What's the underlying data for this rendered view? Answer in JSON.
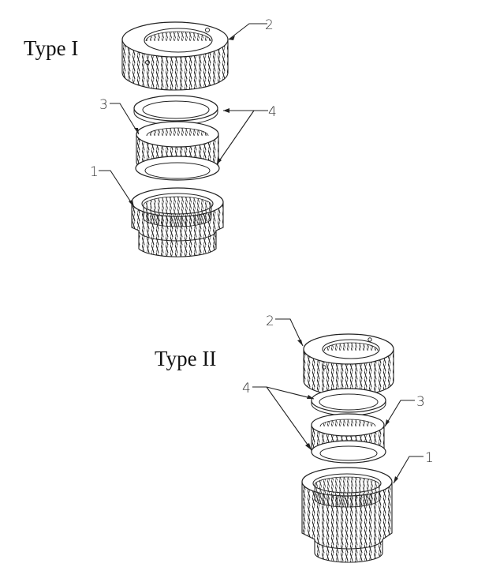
{
  "labels": {
    "type1": "Type I",
    "type2": "Type II"
  },
  "callouts": {
    "t1_c2": "2",
    "t1_c3": "3",
    "t1_c4": "4",
    "t1_c1": "1",
    "t2_c2": "2",
    "t2_c4": "4",
    "t2_c3": "3",
    "t2_c1": "1"
  }
}
